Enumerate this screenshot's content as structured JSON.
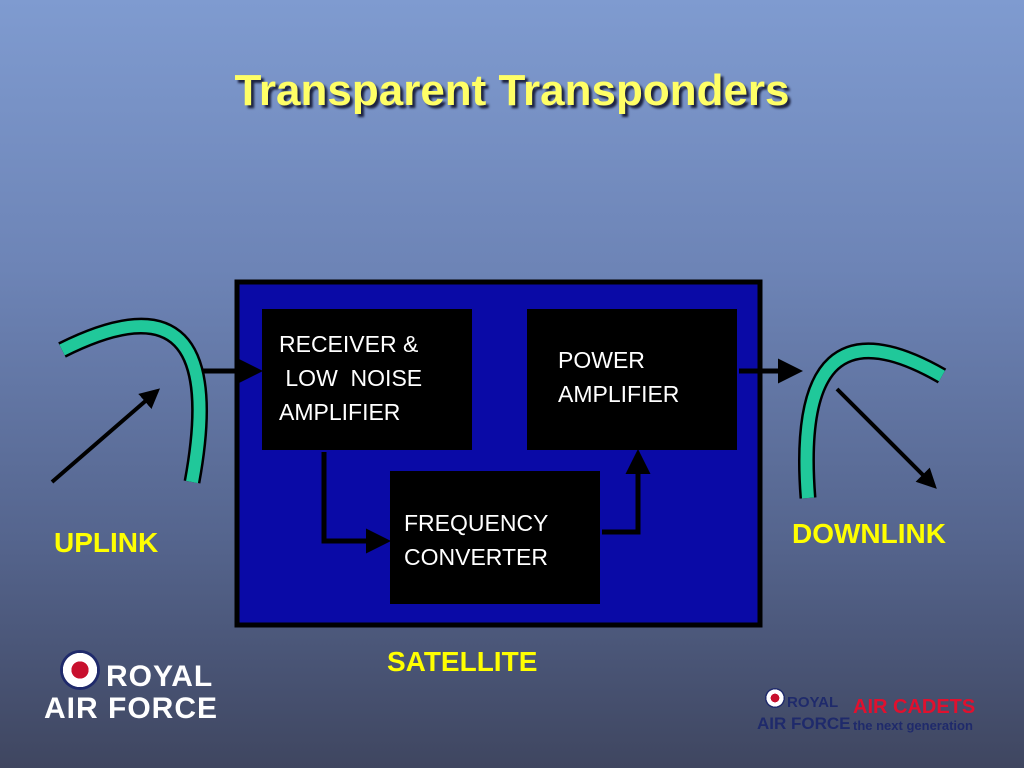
{
  "slide": {
    "title": "Transparent Transponders"
  },
  "diagram": {
    "receiver_lines": [
      "RECEIVER &",
      " LOW  NOISE",
      "AMPLIFIER"
    ],
    "power_lines": [
      "POWER",
      "AMPLIFIER"
    ],
    "converter_lines": [
      "FREQUENCY",
      "CONVERTER"
    ],
    "uplink_label": "UPLINK",
    "downlink_label": "DOWNLINK",
    "satellite_label": "SATELLITE"
  },
  "logos": {
    "raf_royal": "ROYAL",
    "raf_airforce": "AIR FORCE",
    "cadets_royal": "ROYAL",
    "cadets_airforce": "AIR FORCE",
    "cadets_name": "AIR CADETS",
    "cadets_tagline": "the next generation"
  },
  "colors": {
    "title": "#ffff66",
    "labels": "#ffff00",
    "satellite_fill": "#0a0aa6",
    "antenna": "#20c89a"
  }
}
